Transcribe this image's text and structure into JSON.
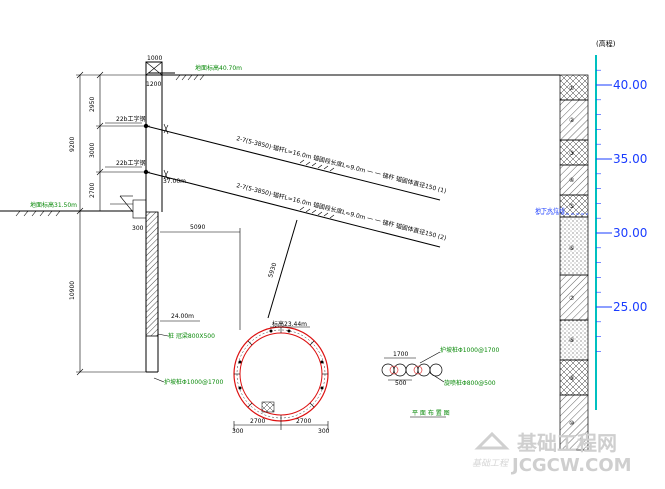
{
  "scale": {
    "unit_label": "(高程)",
    "ticks": [
      {
        "label": "40.00",
        "value": 40
      },
      {
        "label": "35.00",
        "value": 35
      },
      {
        "label": "30.00",
        "value": 30
      },
      {
        "label": "25.00",
        "value": 25
      }
    ]
  },
  "elevations": {
    "top": "地面标高40.70m",
    "left_ground": "地面标高31.50m",
    "base": "24.00m",
    "tunnel_top": "标高23.44m",
    "water_level": "地下水位线"
  },
  "anchors": {
    "row1_label": "2-7(5-3850)·锚杆L=16.0m  锚固段长度L=9.0m  一 一 锚杆 锚固体直径150 (1)",
    "row2_label": "2-7(5-3850)·锚杆L=16.0m  锚固段长度L=9.0m  一 一 锚杆 锚固体直径150 (2)",
    "waler1": "22b工字钢",
    "waler2": "22b工字钢",
    "dist_label": "5090",
    "diag_label": "5930"
  },
  "wall": {
    "top_width": "1000",
    "cap": "1200",
    "offset": "300",
    "pile1": "桩 冠梁800X500",
    "pile2": "护坡桩Φ1000@1700",
    "elev_small": "37.00m"
  },
  "dims": {
    "left_total": "9200",
    "left_lower": "10900",
    "seg1": "2950",
    "seg2": "3000",
    "seg3": "2700"
  },
  "tunnel": {
    "bottom_left": "2700",
    "bottom_right": "2700",
    "edge_left": "300",
    "edge_right": "300"
  },
  "detail": {
    "top_dim": "1700",
    "bottom_dim": "500",
    "note1": "护坡桩Φ1000@1700",
    "note2": "旋喷桩Φ800@500",
    "title": "平 面 布 置 图"
  },
  "soil_layers": [
    "①",
    "②",
    "③",
    "④",
    "⑤",
    "⑥",
    "⑦",
    "⑧",
    "⑨",
    "⑩"
  ],
  "watermark": {
    "main": "基础工程网",
    "url": "JCGCW.COM",
    "slogan": "基础工程"
  }
}
